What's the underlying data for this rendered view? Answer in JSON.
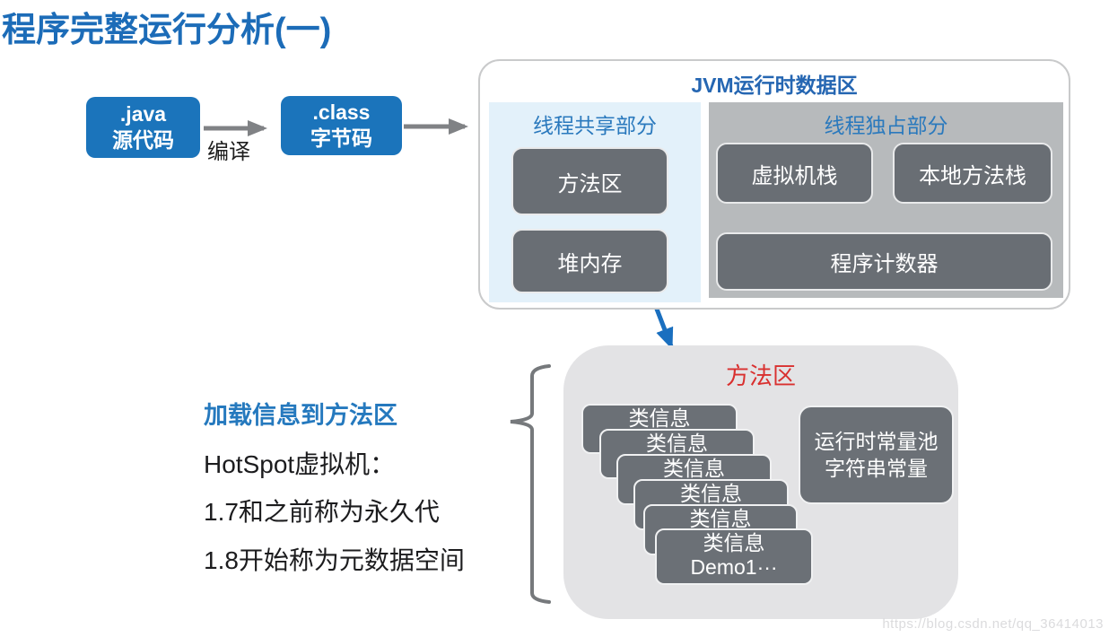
{
  "slide": {
    "title": "程序完整运行分析(一)",
    "watermark": "https://blog.csdn.net/qq_36414013"
  },
  "compile_flow": {
    "java_box": {
      "line1": ".java",
      "line2": "源代码"
    },
    "compile_label": "编译",
    "class_box": {
      "line1": ".class",
      "line2": "字节码"
    }
  },
  "jvm": {
    "title": "JVM运行时数据区",
    "shared_section": {
      "title": "线程共享部分",
      "method_area": "方法区",
      "heap": "堆内存"
    },
    "exclusive_section": {
      "title": "线程独占部分",
      "vm_stack": "虚拟机栈",
      "native_stack": "本地方法栈",
      "pc_register": "程序计数器"
    }
  },
  "method_area_detail": {
    "title": "方法区",
    "class_info_labels": [
      "类信息",
      "类信息",
      "类信息",
      "类信息",
      "类信息"
    ],
    "front_card": {
      "line1": "类信息",
      "line2": "Demo1···"
    },
    "constant_pool": {
      "line1": "运行时常量池",
      "line2": "字符串常量"
    }
  },
  "notes": {
    "heading": "加载信息到方法区",
    "line1": "HotSpot虚拟机：",
    "line2": "1.7和之前称为永久代",
    "line3": "1.8开始称为元数据空间"
  },
  "colors": {
    "accent_blue": "#1b74bb",
    "title_blue": "#1c6cb8",
    "section_label_blue": "#2a79bd",
    "light_blue_bg": "#e3f1fa",
    "gray_section_bg": "#b7babc",
    "dark_box_bg": "#696e74",
    "light_container_bg": "#e3e3e5",
    "red_label": "#d9302f",
    "arrow_gray": "#808285",
    "arrow_blue": "#1a6fbf"
  }
}
